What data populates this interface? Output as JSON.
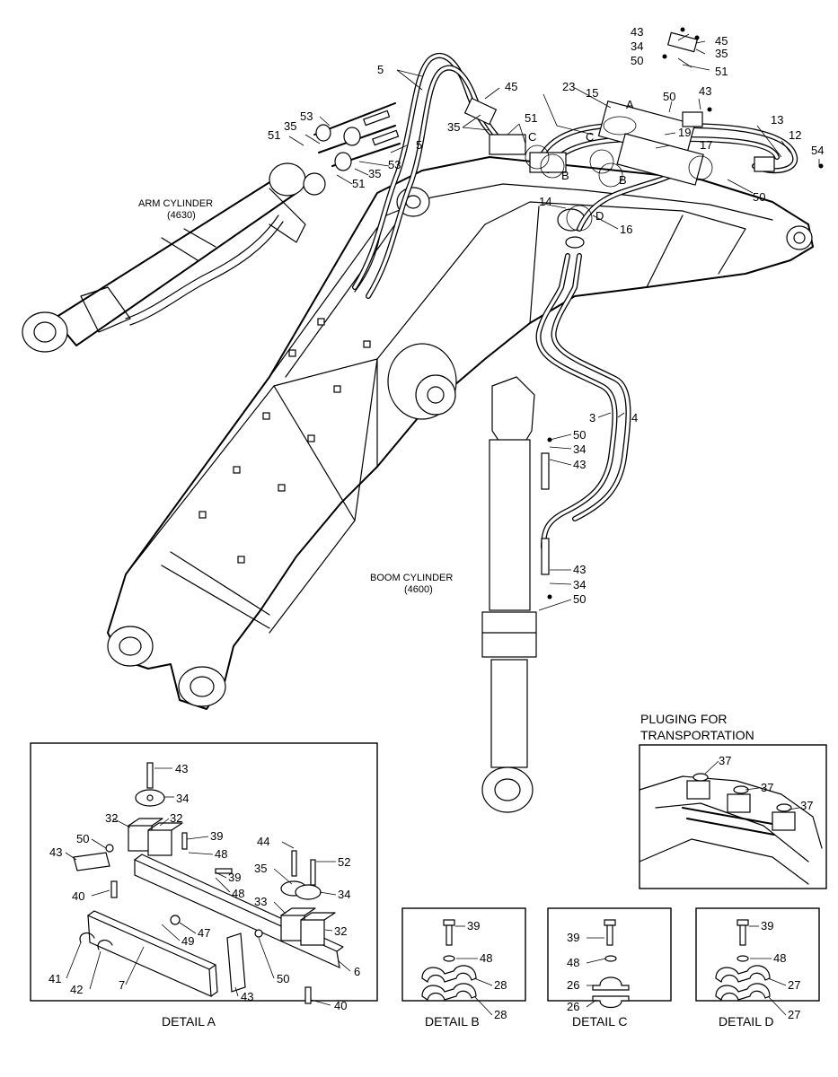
{
  "main_labels": [
    {
      "id": "l43a",
      "text": "43"
    },
    {
      "id": "l45a",
      "text": "45"
    },
    {
      "id": "l34a",
      "text": "34"
    },
    {
      "id": "l35a",
      "text": "35"
    },
    {
      "id": "l50a",
      "text": "50"
    },
    {
      "id": "l51a",
      "text": "51"
    },
    {
      "id": "l5a",
      "text": "5"
    },
    {
      "id": "l45b",
      "text": "45"
    },
    {
      "id": "l23",
      "text": "23"
    },
    {
      "id": "l15",
      "text": "15"
    },
    {
      "id": "lA",
      "text": "A"
    },
    {
      "id": "l50b",
      "text": "50"
    },
    {
      "id": "l43b",
      "text": "43"
    },
    {
      "id": "l13",
      "text": "13"
    },
    {
      "id": "l12",
      "text": "12"
    },
    {
      "id": "l54",
      "text": "54"
    },
    {
      "id": "l19",
      "text": "19"
    },
    {
      "id": "l17",
      "text": "17"
    },
    {
      "id": "l53a",
      "text": "53"
    },
    {
      "id": "l35b",
      "text": "35"
    },
    {
      "id": "l51b",
      "text": "51"
    },
    {
      "id": "l35c",
      "text": "35"
    },
    {
      "id": "l51c",
      "text": "51"
    },
    {
      "id": "lC1",
      "text": "C"
    },
    {
      "id": "lC2",
      "text": "C"
    },
    {
      "id": "l5b",
      "text": "5"
    },
    {
      "id": "l53b",
      "text": "53"
    },
    {
      "id": "l35d",
      "text": "35"
    },
    {
      "id": "l51d",
      "text": "51"
    },
    {
      "id": "lB1",
      "text": "B"
    },
    {
      "id": "lB2",
      "text": "B"
    },
    {
      "id": "l50c",
      "text": "50"
    },
    {
      "id": "l14",
      "text": "14"
    },
    {
      "id": "lD",
      "text": "D"
    },
    {
      "id": "l16",
      "text": "16"
    },
    {
      "id": "l3",
      "text": "3"
    },
    {
      "id": "l4",
      "text": "4"
    },
    {
      "id": "l50d",
      "text": "50"
    },
    {
      "id": "l34b",
      "text": "34"
    },
    {
      "id": "l43c",
      "text": "43"
    },
    {
      "id": "l43d",
      "text": "43"
    },
    {
      "id": "l34c",
      "text": "34"
    },
    {
      "id": "l50e",
      "text": "50"
    }
  ],
  "component_labels": {
    "arm_cylinder_name": "ARM CYLINDER",
    "arm_cylinder_code": "(4630)",
    "boom_cylinder_name": "BOOM CYLINDER",
    "boom_cylinder_code": "(4600)"
  },
  "transport": {
    "title_line1": "PLUGING FOR",
    "title_line2": "TRANSPORTATION",
    "labels": [
      "37",
      "37",
      "37"
    ]
  },
  "detail_a": {
    "caption": "DETAIL A",
    "labels": [
      "43",
      "34",
      "32",
      "32",
      "39",
      "50",
      "48",
      "43",
      "44",
      "52",
      "35",
      "39",
      "34",
      "40",
      "48",
      "33",
      "32",
      "47",
      "49",
      "6",
      "41",
      "42",
      "7",
      "50",
      "43",
      "40"
    ]
  },
  "detail_b": {
    "caption": "DETAIL B",
    "labels": [
      "39",
      "48",
      "28",
      "28"
    ]
  },
  "detail_c": {
    "caption": "DETAIL C",
    "labels": [
      "39",
      "48",
      "26",
      "26"
    ]
  },
  "detail_d": {
    "caption": "DETAIL D",
    "labels": [
      "39",
      "48",
      "27",
      "27"
    ]
  }
}
